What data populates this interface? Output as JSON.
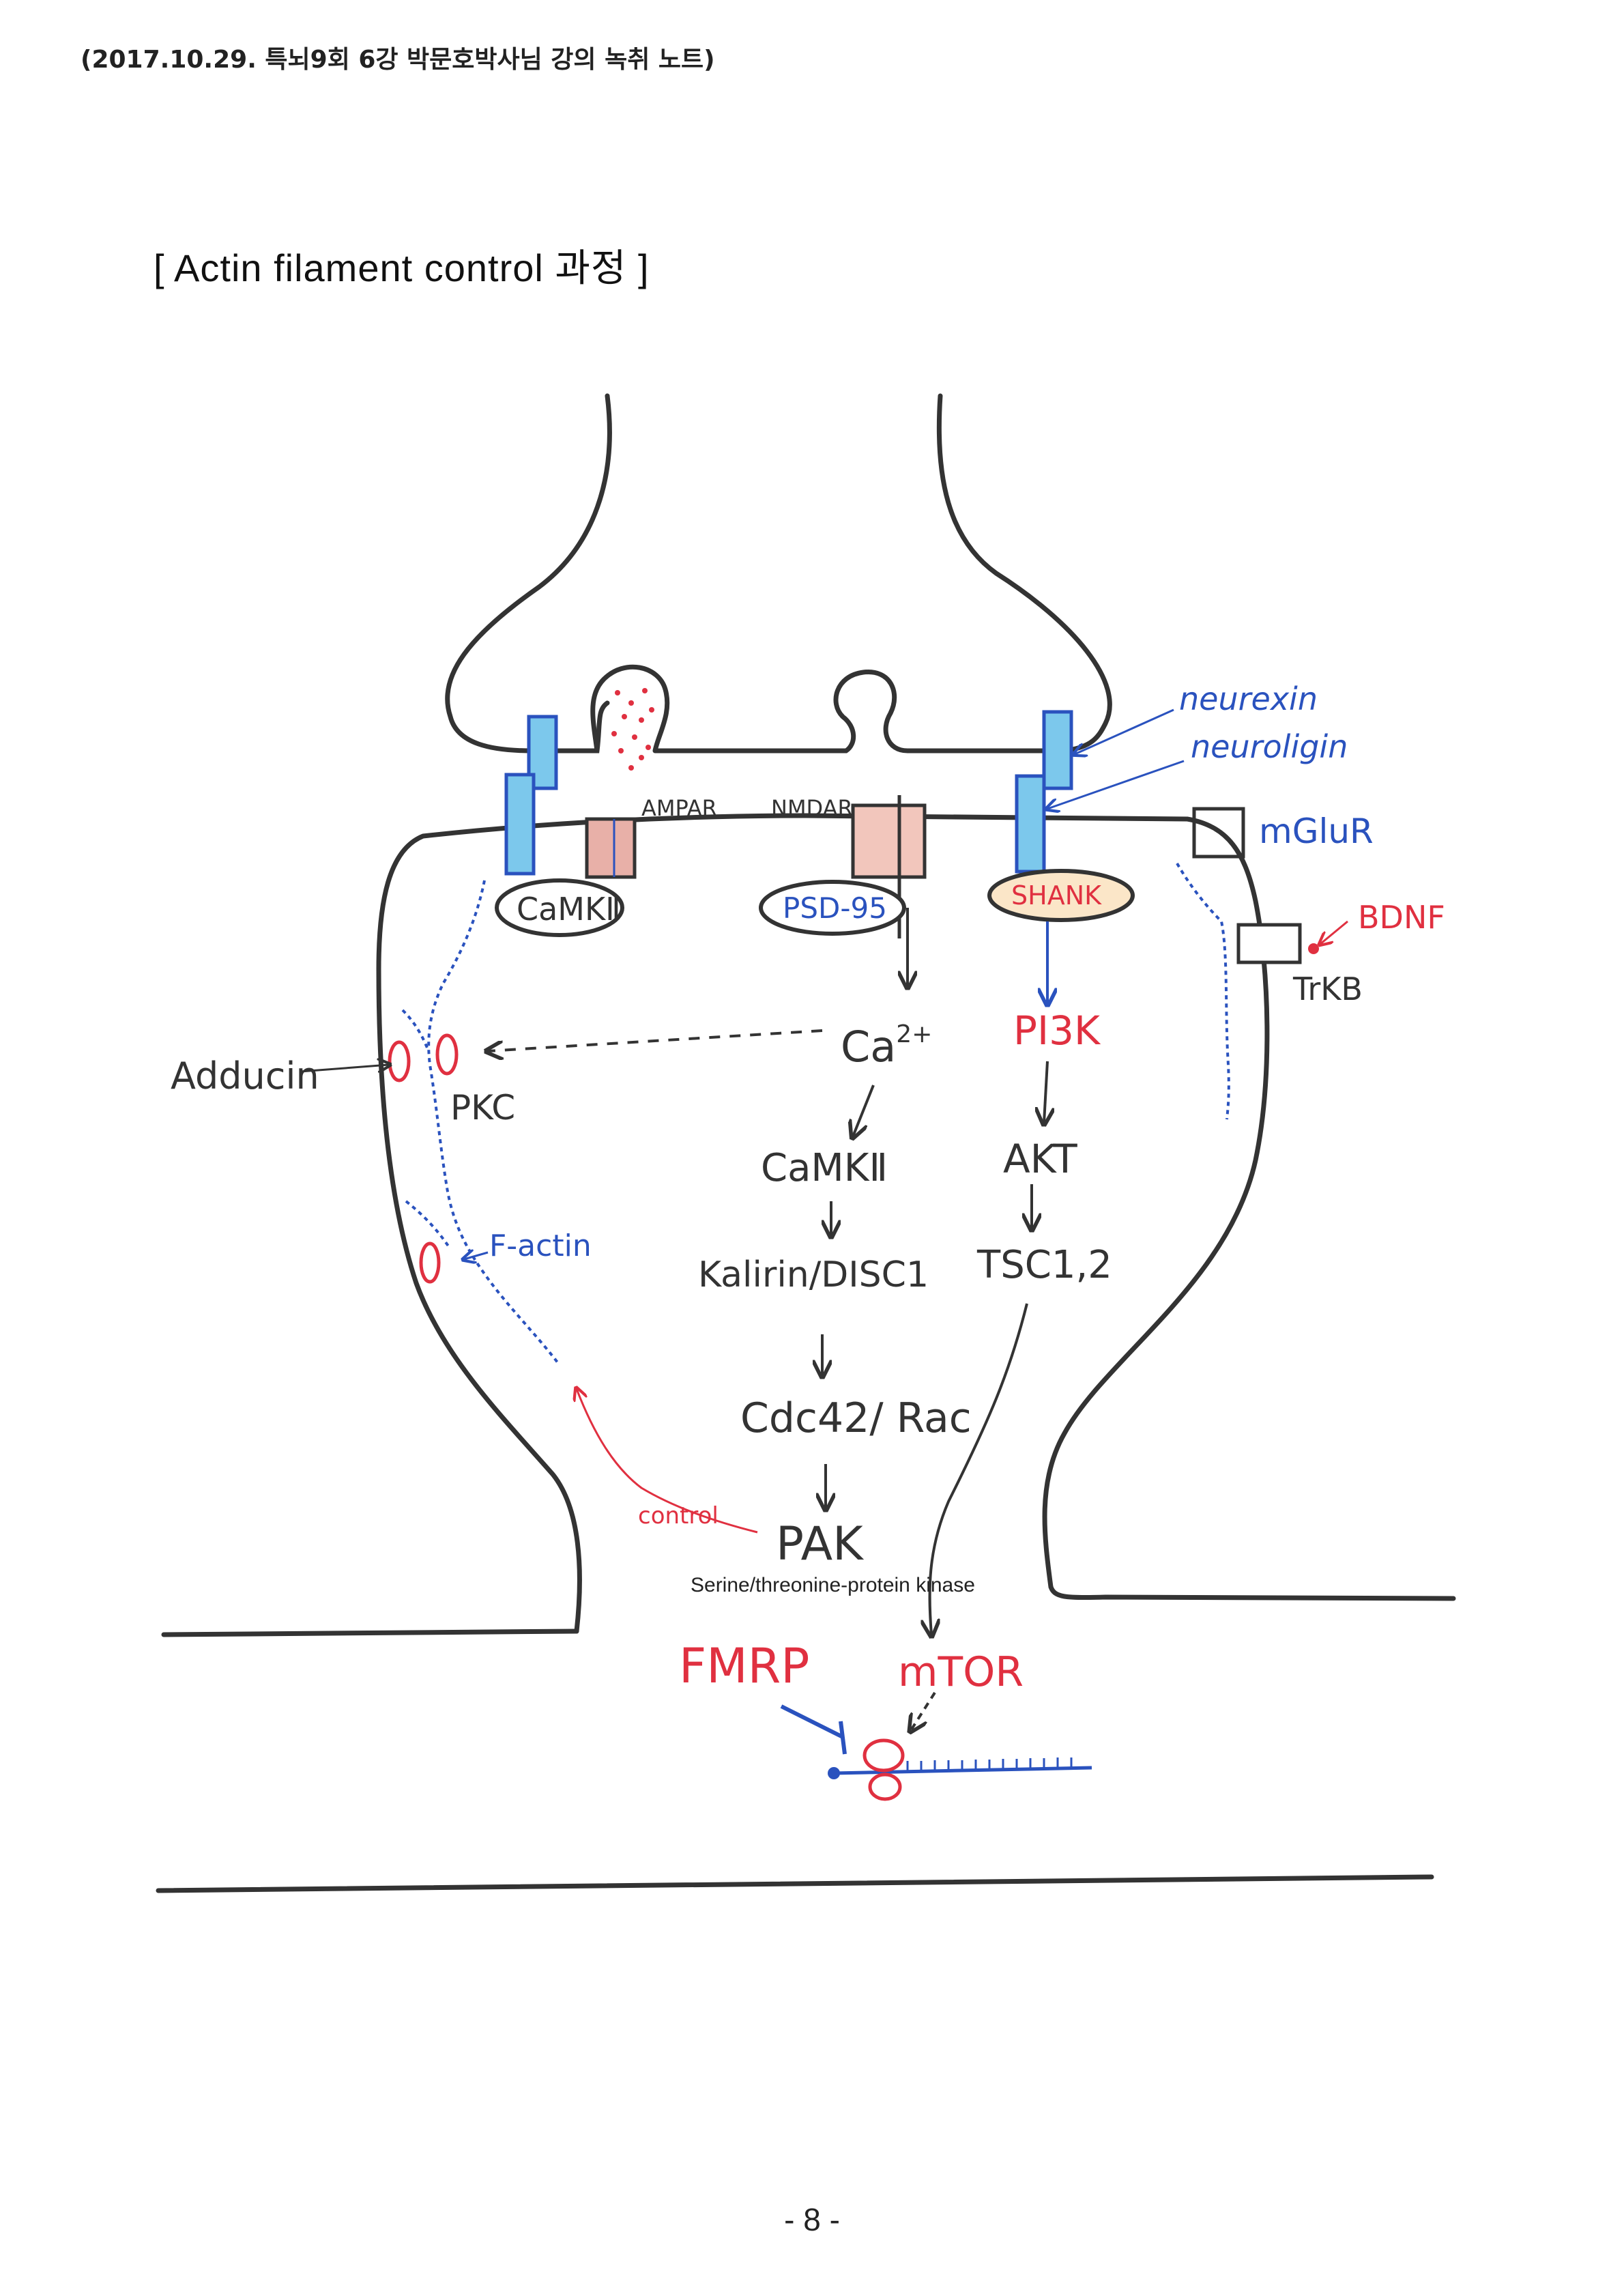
{
  "header": "(2017.10.29. 특뇌9회 6강 박문호박사님 강의 녹취 노트)",
  "title": "[ Actin filament  control 과정 ]",
  "page_number": "- 8 -",
  "colors": {
    "ink": "#333333",
    "blue": "#2a52be",
    "red": "#e03040",
    "receptor_blue": "#7cc8ec",
    "receptor_pink": "#e8b0a8",
    "shank_fill": "#fbe6c8"
  },
  "labels": {
    "neurexin": "neurexin",
    "neuroligin": "neuroligin",
    "ampar": "AMPAR",
    "nmdar": "NMDAR",
    "mglur": "mGluR",
    "bdnf": "BDNF",
    "trkb": "TrKB",
    "camk2_box": "CaMKⅡ",
    "psd95": "PSD-95",
    "shank": "SHANK",
    "ca": "Ca",
    "ca_sup": "2+",
    "pi3k": "PI3K",
    "camk2": "CaMKⅡ",
    "akt": "AKT",
    "kalirin": "Kalirin/DISC1",
    "tsc": "TSC1,2",
    "cdc42": "Cdc42/ Rac",
    "pak": "PAK",
    "pak_note": "Serine/threonine-protein kinase",
    "adducin": "Adducin",
    "pkc": "PKC",
    "factin": "F-actin",
    "control": "control",
    "fmrp": "FMRP",
    "mtor": "mTOR"
  }
}
